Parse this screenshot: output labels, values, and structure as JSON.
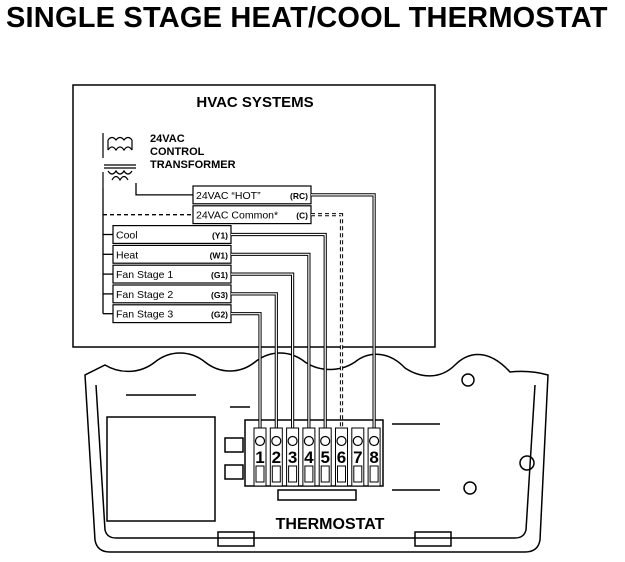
{
  "title": "SINGLE STAGE HEAT/COOL THERMOSTAT",
  "hvac_box_title": "HVAC SYSTEMS",
  "transformer_label": [
    "24VAC",
    "CONTROL",
    "TRANSFORMER"
  ],
  "thermostat_label": "THERMOSTAT",
  "wires": [
    {
      "label": "24VAC “HOT”",
      "code": "(RC)",
      "terminal": "8",
      "dashed": false
    },
    {
      "label": "24VAC Common*",
      "code": "(C)",
      "terminal": "6",
      "dashed": true
    },
    {
      "label": "Cool",
      "code": "(Y1)",
      "terminal": "5",
      "dashed": false
    },
    {
      "label": "Heat",
      "code": "(W1)",
      "terminal": "4",
      "dashed": false
    },
    {
      "label": "Fan Stage 1",
      "code": "(G1)",
      "terminal": "3",
      "dashed": false
    },
    {
      "label": "Fan Stage 2",
      "code": "(G3)",
      "terminal": "2",
      "dashed": false
    },
    {
      "label": "Fan Stage 3",
      "code": "(G2)",
      "terminal": "1",
      "dashed": false
    }
  ],
  "terminals": [
    "1",
    "2",
    "3",
    "4",
    "5",
    "6",
    "7",
    "8"
  ]
}
